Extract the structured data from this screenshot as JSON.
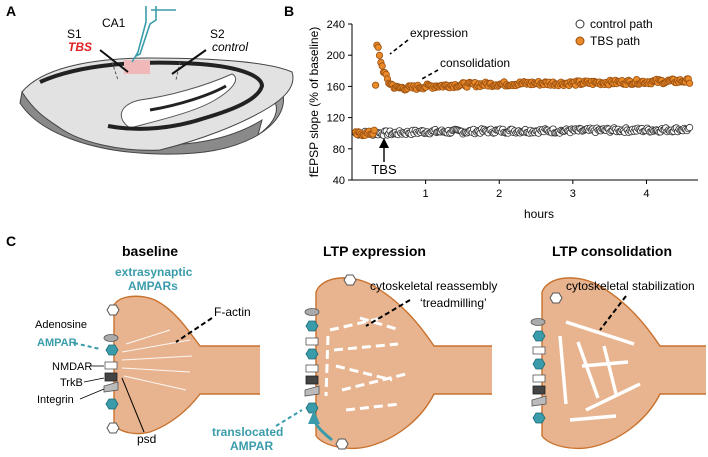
{
  "panel_a": {
    "letter": "A",
    "s1": "S1",
    "tbs": "TBS",
    "ca1": "CA1",
    "s2": "S2",
    "control": "control"
  },
  "panel_b": {
    "letter": "B"
  },
  "panel_c": {
    "letter": "C",
    "baseline": {
      "title": "baseline",
      "extrasynaptic": "extrasynaptic",
      "ampars": "AMPARs",
      "adenosine": "Adenosine",
      "ampar": "AMPAR",
      "nmdar": "NMDAR",
      "trkb": "TrkB",
      "integrin": "Integrin",
      "factin": "F-actin",
      "psd": "psd"
    },
    "expression": {
      "title": "LTP expression",
      "line1": "cytoskeletal reassembly",
      "line2": "‘treadmilling’",
      "translocated": "translocated",
      "ampar": "AMPAR"
    },
    "consolidation": {
      "title": "LTP consolidation",
      "label": "cytoskeletal stabilization"
    }
  },
  "colors": {
    "spine_fill": "#e8b48f",
    "spine_outline": "#c8722e",
    "teal": "#3a9cab",
    "tbs_orange": "#e8892a",
    "tbs_red": "#e02020",
    "inject_pink": "#f0b8b8"
  },
  "chart_data": {
    "type": "scatter",
    "xlabel": "hours",
    "ylabel": "fEPSP slope (% of baseline)",
    "xlim": [
      0,
      4.7
    ],
    "ylim": [
      40,
      240
    ],
    "xticks": [
      1,
      2,
      3,
      4
    ],
    "yticks": [
      40,
      80,
      120,
      160,
      200,
      240
    ],
    "legend_position": "top-right",
    "grid": false,
    "series": [
      {
        "name": "control path",
        "marker": "open-circle",
        "color": "#ffffff",
        "edge": "#333333",
        "points": [
          [
            0.05,
            100
          ],
          [
            0.3,
            100
          ],
          [
            0.6,
            100
          ],
          [
            1.0,
            102
          ],
          [
            1.5,
            102
          ],
          [
            2.0,
            103
          ],
          [
            2.5,
            103
          ],
          [
            3.0,
            103
          ],
          [
            3.5,
            104
          ],
          [
            4.0,
            104
          ],
          [
            4.6,
            105
          ]
        ]
      },
      {
        "name": "TBS path",
        "marker": "filled-circle",
        "color": "#e8892a",
        "edge": "#9a5010",
        "points": [
          [
            0.05,
            99
          ],
          [
            0.3,
            100
          ],
          [
            0.34,
            218
          ],
          [
            0.37,
            200
          ],
          [
            0.42,
            182
          ],
          [
            0.5,
            165
          ],
          [
            0.6,
            158
          ],
          [
            0.8,
            158
          ],
          [
            1.0,
            160
          ],
          [
            1.5,
            162
          ],
          [
            2.0,
            163
          ],
          [
            2.5,
            164
          ],
          [
            3.0,
            164
          ],
          [
            3.5,
            165
          ],
          [
            4.0,
            166
          ],
          [
            4.6,
            167
          ]
        ]
      }
    ],
    "annotations": [
      {
        "text": "expression",
        "x": 0.35,
        "y": 212
      },
      {
        "text": "consolidation",
        "x": 0.7,
        "y": 165
      },
      {
        "text": "TBS",
        "x": 0.36,
        "y": 80
      }
    ]
  }
}
